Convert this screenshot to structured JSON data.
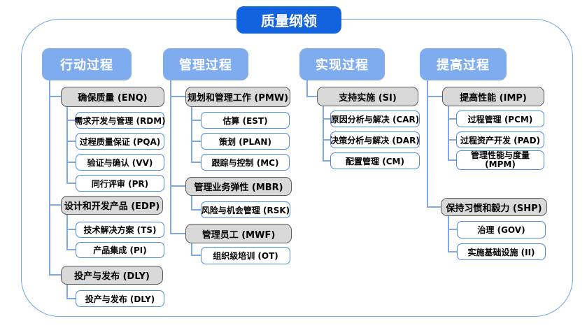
{
  "title": "质量纲领",
  "colors": {
    "title_blue": "#1463DE",
    "header_blue": "#7EACEF",
    "group_fill": "#D9D9D9",
    "group_border": "#595959",
    "leaf_border": "#4A8CE8",
    "connector": "#7FA9E6",
    "outer_border": "#6BA3E8"
  },
  "columns": [
    {
      "header": "行动过程",
      "groups": [
        {
          "label": "确保质量 (ENQ)",
          "children": [
            "需求开发与管理 (RDM)",
            "过程质量保证 (PQA)",
            "验证与确认 (VV)",
            "同行评审 (PR)"
          ]
        },
        {
          "label": "设计和开发产品 (EDP)",
          "children": [
            "技术解决方案 (TS)",
            "产品集成 (PI)"
          ]
        },
        {
          "label": "投产与发布 (DLY)",
          "children": [
            "投产与发布 (DLY)"
          ]
        }
      ]
    },
    {
      "header": "管理过程",
      "groups": [
        {
          "label": "规划和管理工作 (PMW)",
          "children": [
            "估算 (EST)",
            "策划 (PLAN)",
            "跟踪与控制 (MC)"
          ]
        },
        {
          "label": "管理业务弹性 (MBR)",
          "children": [
            "风险与机会管理 (RSK)"
          ]
        },
        {
          "label": "管理员工 (MWF)",
          "children": [
            "组织级培训 (OT)"
          ]
        }
      ]
    },
    {
      "header": "实现过程",
      "groups": [
        {
          "label": "支持实施 (SI)",
          "children": [
            "原因分析与解决 (CAR)",
            "决策分析与解决 (DAR)",
            "配置管理 (CM)"
          ]
        }
      ]
    },
    {
      "header": "提高过程",
      "groups": [
        {
          "label": "提高性能 (IMP)",
          "children": [
            "过程管理 (PCM)",
            "过程资产开发 (PAD)",
            "管理性能与度量 (MPM)"
          ]
        },
        {
          "label": "保持习惯和毅力 (SHP)",
          "children": [
            "治理 (GOV)",
            "实施基础设施 (II)"
          ]
        }
      ]
    }
  ]
}
